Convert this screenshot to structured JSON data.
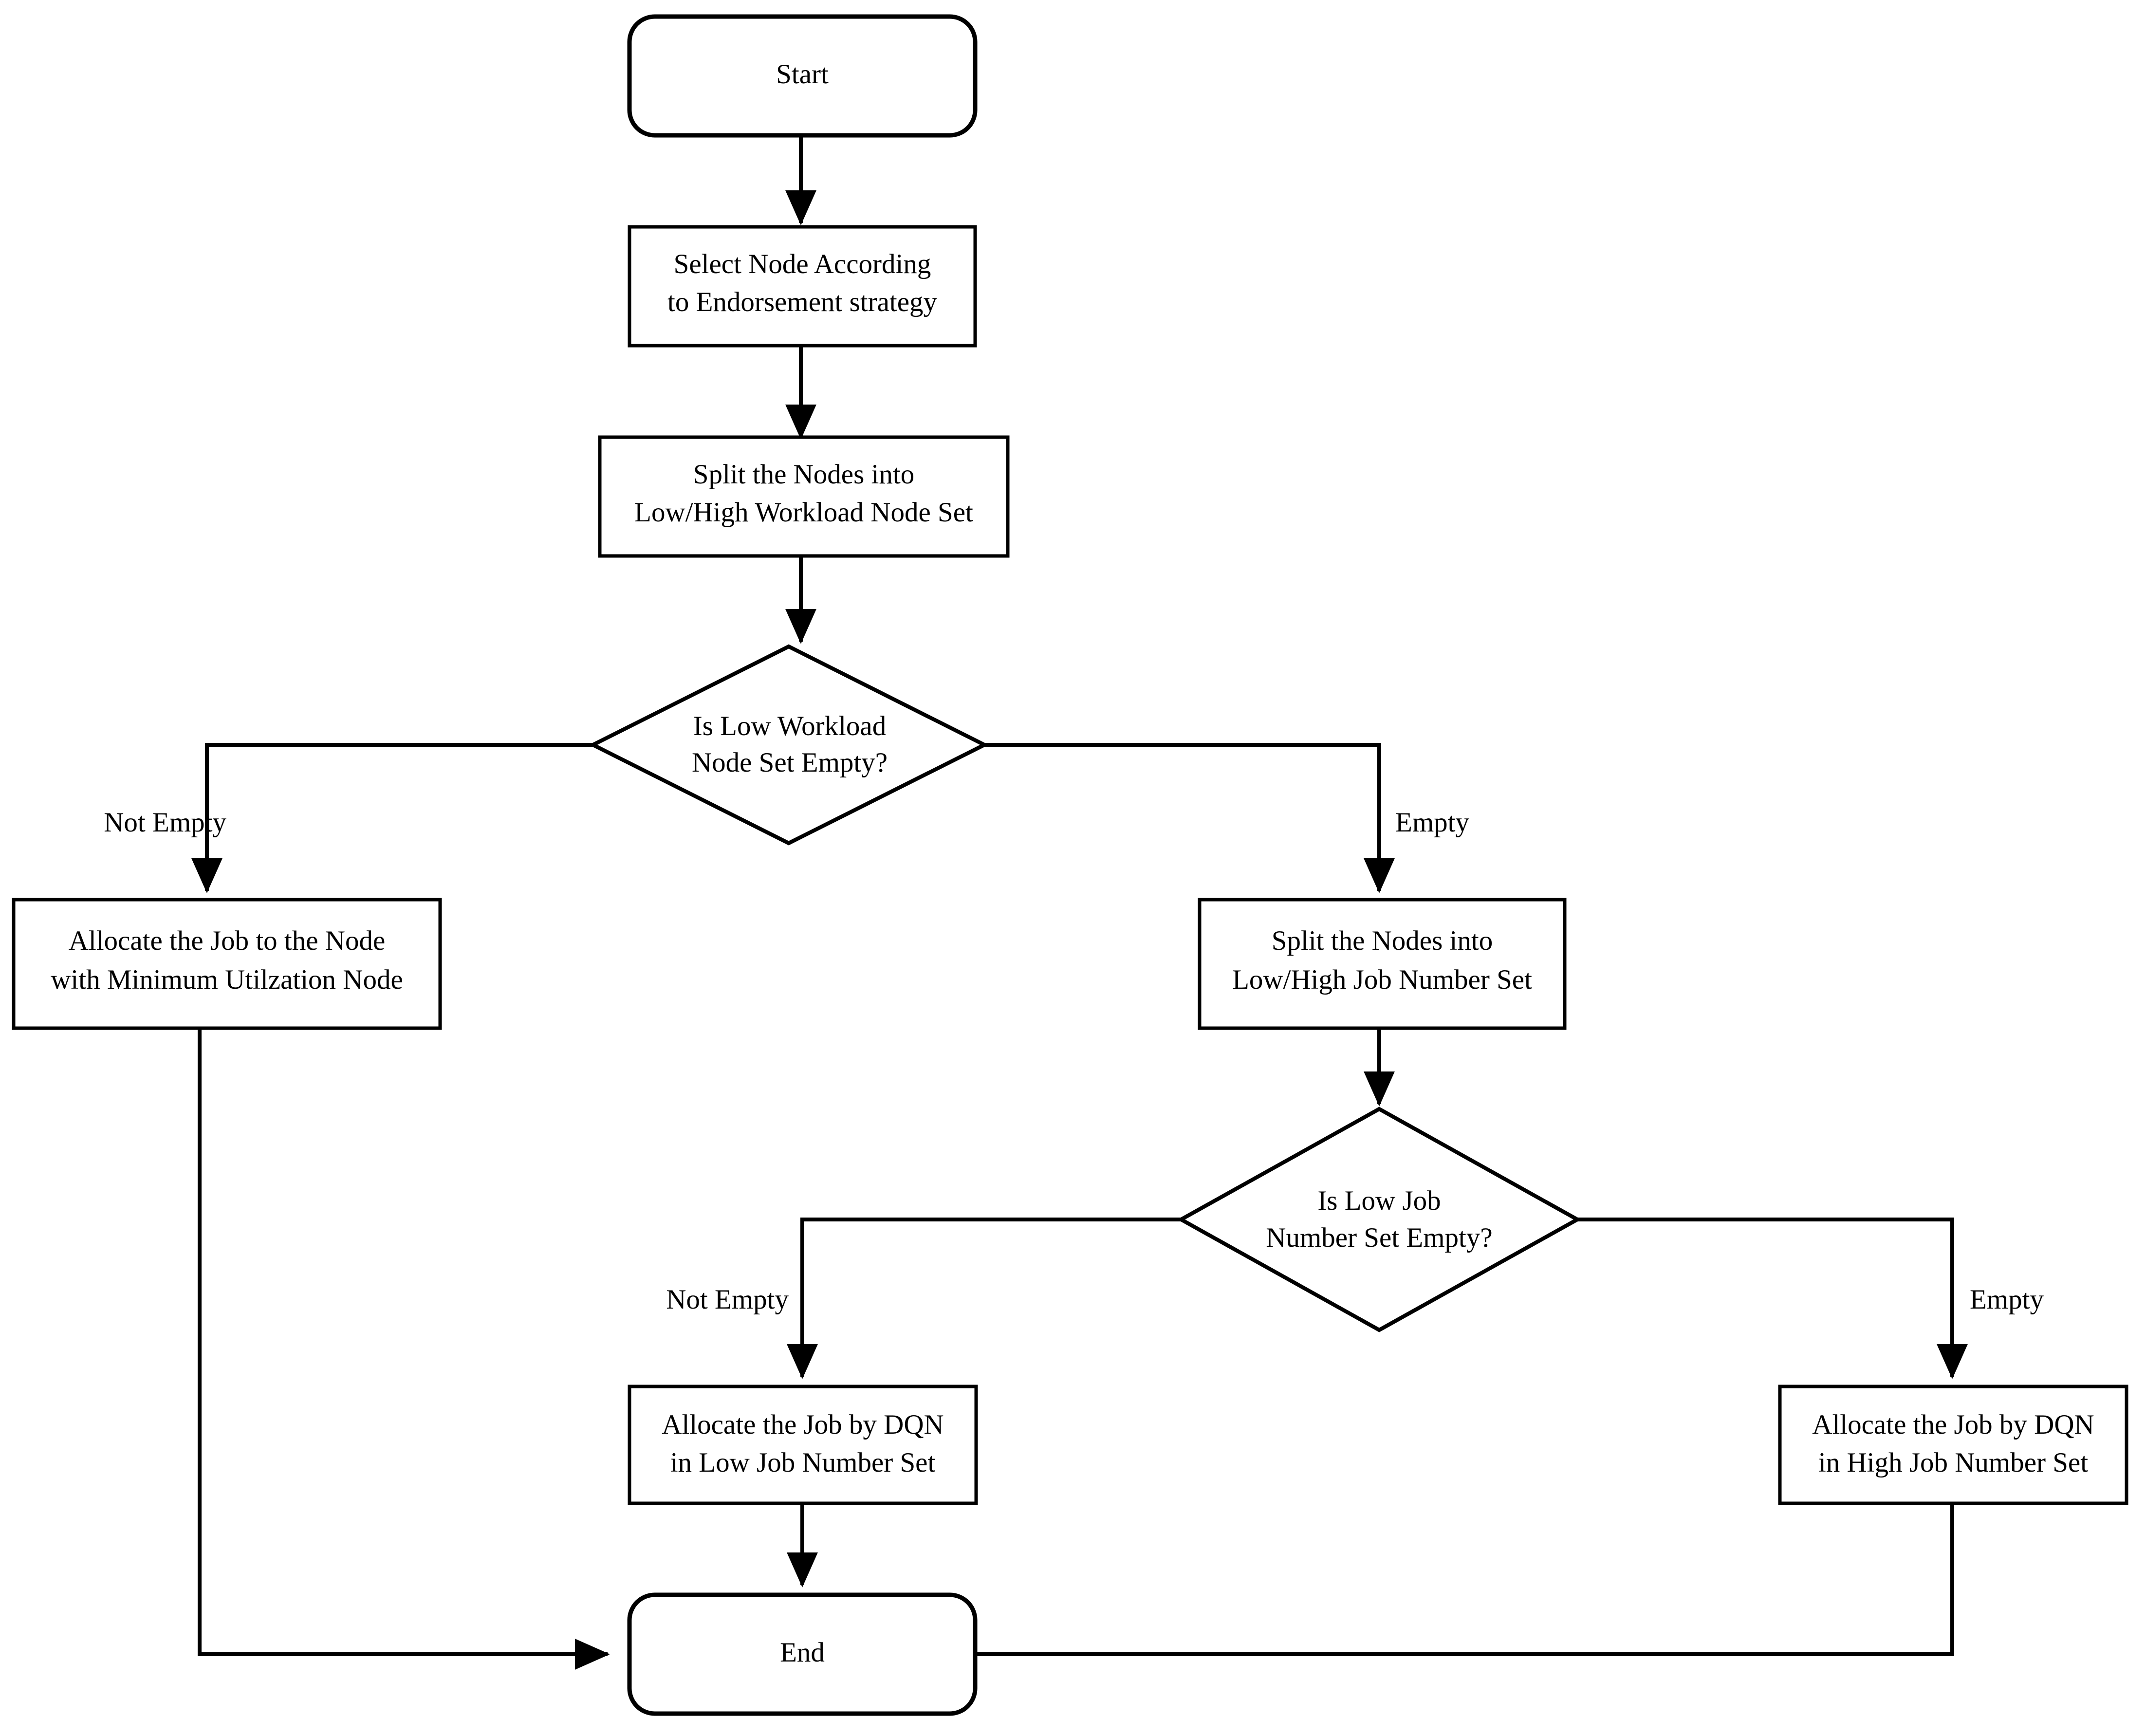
{
  "diagram": {
    "type": "flowchart",
    "title": "Job Allocation Flowchart",
    "background_color": "#ffffff",
    "line_color": "#000000",
    "text_color": "#000000"
  },
  "nodes": {
    "start": {
      "shape": "rounded-rectangle",
      "label": "Start",
      "lines": [
        "Start"
      ]
    },
    "select_node": {
      "shape": "rectangle",
      "lines": [
        "Select Node According",
        "to Endorsement strategy"
      ]
    },
    "split_workload": {
      "shape": "rectangle",
      "lines": [
        "Split the Nodes into",
        "Low/High Workload Node Set"
      ]
    },
    "decision_workload": {
      "shape": "diamond",
      "lines": [
        "Is Low Workload",
        "Node Set Empty?"
      ]
    },
    "allocate_min_util": {
      "shape": "rectangle",
      "lines": [
        "Allocate the Job to the Node",
        "with Minimum Utilzation Node"
      ]
    },
    "split_jobnumber": {
      "shape": "rectangle",
      "lines": [
        "Split the Nodes into",
        "Low/High Job Number Set"
      ]
    },
    "decision_jobnumber": {
      "shape": "diamond",
      "lines": [
        "Is Low Job",
        "Number Set Empty?"
      ]
    },
    "allocate_dqn_low": {
      "shape": "rectangle",
      "lines": [
        "Allocate the Job by DQN",
        "in Low Job Number Set"
      ]
    },
    "allocate_dqn_high": {
      "shape": "rectangle",
      "lines": [
        "Allocate the Job by DQN",
        "in High Job Number Set"
      ]
    },
    "end": {
      "shape": "rounded-rectangle",
      "label": "End",
      "lines": [
        "End"
      ]
    }
  },
  "edge_labels": {
    "workload_not_empty": "Not Empty",
    "workload_empty": "Empty",
    "jobnumber_not_empty": "Not Empty",
    "jobnumber_empty": "Empty"
  }
}
